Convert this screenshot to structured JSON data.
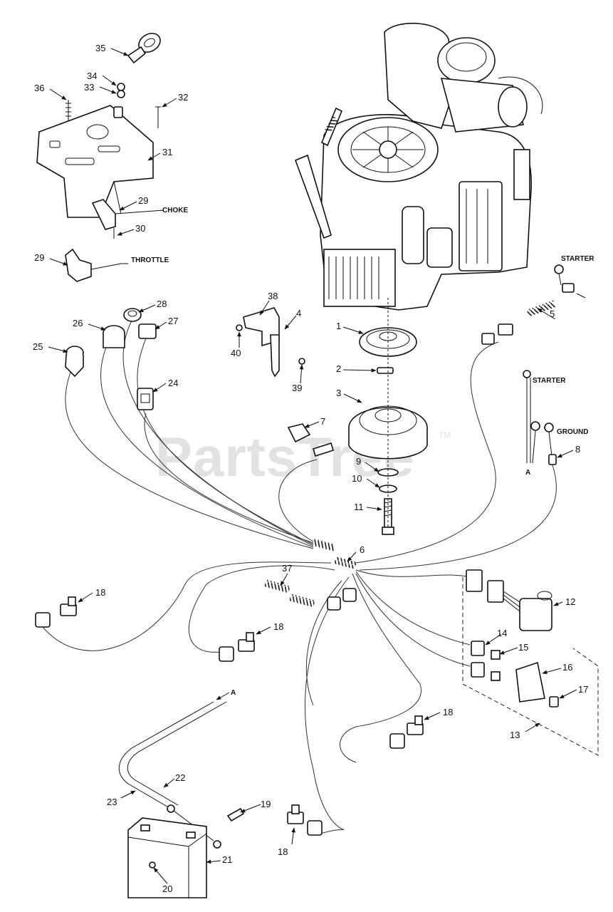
{
  "watermark": {
    "brand": "PartsTree",
    "trademark": "TM"
  },
  "captions": {
    "choke": "CHOKE",
    "throttle": "THROTTLE",
    "starter_top": "STARTER",
    "starter_cable": "STARTER",
    "ground": "GROUND",
    "cable_end_a_top": "A",
    "cable_end_a_bottom": "A"
  },
  "callouts": {
    "c1": "1",
    "c2": "2",
    "c3": "3",
    "c4": "4",
    "c5": "5",
    "c6": "6",
    "c7": "7",
    "c8": "8",
    "c9": "9",
    "c10": "10",
    "c11": "11",
    "c12": "12",
    "c13": "13",
    "c14": "14",
    "c15": "15",
    "c16": "16",
    "c17": "17",
    "c18a": "18",
    "c18b": "18",
    "c18c": "18",
    "c18d": "18",
    "c19": "19",
    "c20": "20",
    "c21": "21",
    "c22": "22",
    "c23": "23",
    "c24": "24",
    "c25": "25",
    "c26": "26",
    "c27": "27",
    "c28": "28",
    "c29a": "29",
    "c29b": "29",
    "c30": "30",
    "c31": "31",
    "c32": "32",
    "c33": "33",
    "c34": "34",
    "c35": "35",
    "c36": "36",
    "c37": "37",
    "c38": "38",
    "c39": "39",
    "c40": "40"
  },
  "icons": [
    "arrow-icon"
  ]
}
